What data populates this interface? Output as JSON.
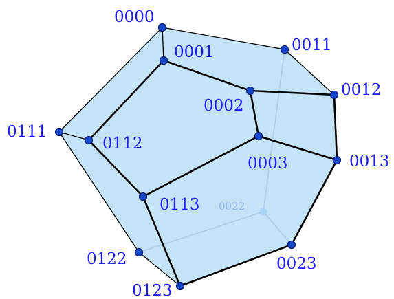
{
  "diagram": {
    "colors": {
      "face_fill": "#c5e3f7",
      "edge": "#000000",
      "hidden_edge": "#a8cde6",
      "node_fill": "#1646c8",
      "node_stroke": "#0a1e6e",
      "hidden_node": "#a9d4f5",
      "label": "#1c1cf0",
      "hidden_label": "#8fb8ea"
    },
    "vertices": [
      {
        "id": "0000",
        "label": "0000"
      },
      {
        "id": "0001",
        "label": "0001"
      },
      {
        "id": "0011",
        "label": "0011"
      },
      {
        "id": "0012",
        "label": "0012"
      },
      {
        "id": "0002",
        "label": "0002"
      },
      {
        "id": "0111",
        "label": "0111"
      },
      {
        "id": "0112",
        "label": "0112"
      },
      {
        "id": "0003",
        "label": "0003"
      },
      {
        "id": "0013",
        "label": "0013"
      },
      {
        "id": "0113",
        "label": "0113"
      },
      {
        "id": "0022",
        "label": "0022",
        "hidden": true
      },
      {
        "id": "0122",
        "label": "0122"
      },
      {
        "id": "0023",
        "label": "0023"
      },
      {
        "id": "0123",
        "label": "0123"
      }
    ],
    "thick_edges": [
      [
        "0001",
        "0002"
      ],
      [
        "0002",
        "0012"
      ],
      [
        "0012",
        "0013"
      ],
      [
        "0013",
        "0003"
      ],
      [
        "0003",
        "0002"
      ],
      [
        "0003",
        "0113"
      ],
      [
        "0113",
        "0112"
      ],
      [
        "0112",
        "0001"
      ],
      [
        "0113",
        "0123"
      ],
      [
        "0123",
        "0023"
      ],
      [
        "0023",
        "0013"
      ]
    ],
    "thin_edges": [
      [
        "0000",
        "0011"
      ],
      [
        "0011",
        "0012"
      ],
      [
        "0000",
        "0001"
      ],
      [
        "0000",
        "0111"
      ],
      [
        "0111",
        "0112"
      ],
      [
        "0111",
        "0122"
      ],
      [
        "0122",
        "0123"
      ]
    ],
    "hidden_edges": [
      [
        "0011",
        "0022"
      ],
      [
        "0022",
        "0023"
      ],
      [
        "0022",
        "0122"
      ]
    ]
  }
}
